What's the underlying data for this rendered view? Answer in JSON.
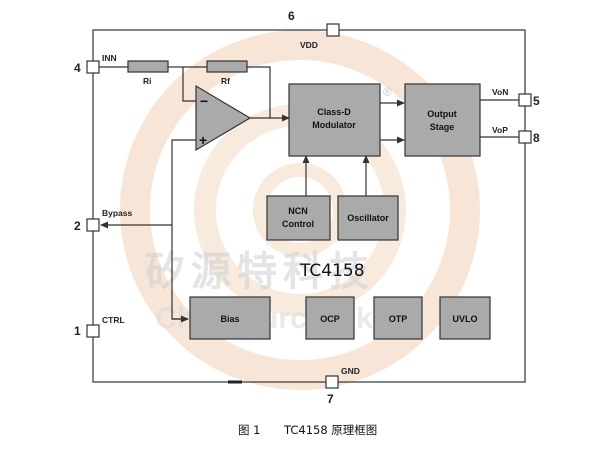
{
  "colors": {
    "block_fill": "#aaaaaa",
    "line": "#333333",
    "watermark_ring": "#f3dcc6",
    "watermark_text": "#cfcfcf"
  },
  "watermark": {
    "chinese": "矽源特科技",
    "english": "ChipSourceTek",
    "registered_mark": "®"
  },
  "pins": {
    "vdd": {
      "number": "6",
      "label": "VDD"
    },
    "inn": {
      "number": "4",
      "label": "INN"
    },
    "bypass": {
      "number": "2",
      "label": "Bypass"
    },
    "ctrl": {
      "number": "1",
      "label": "CTRL"
    },
    "gnd": {
      "number": "7",
      "label": "GND"
    },
    "von": {
      "number": "5",
      "label": "VoN"
    },
    "vop": {
      "number": "8",
      "label": "VoP"
    }
  },
  "resistors": {
    "ri": "Ri",
    "rf": "Rf"
  },
  "amplifier": {
    "minus": "−",
    "plus": "+"
  },
  "blocks": {
    "modulator": [
      "Class-D",
      "Modulator"
    ],
    "output_stage": [
      "Output",
      "Stage"
    ],
    "ncn_control": [
      "NCN",
      "Control"
    ],
    "oscillator": "Oscillator",
    "bias": "Bias",
    "ocp": "OCP",
    "otp": "OTP",
    "uvlo": "UVLO"
  },
  "chip_name": "TC4158",
  "caption": {
    "figure": "图 1",
    "text": "TC4158 原理框图"
  }
}
